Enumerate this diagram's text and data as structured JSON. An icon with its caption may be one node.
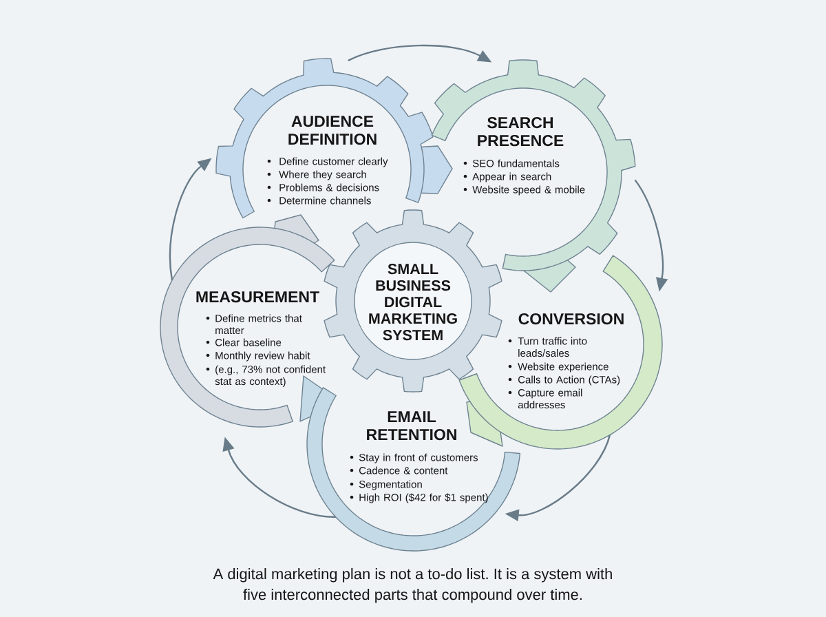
{
  "diagram": {
    "nodes": [
      {
        "text": [
          "AUDIENCE DEFINITION",
          "Define customer clearly",
          "Where they search",
          "Problems & decisions",
          "Determine channels"
        ]
      },
      {
        "text": [
          "SEARCH PRESENCE",
          "SEO fundamentals",
          "Appear in search",
          "Website speed & mobile"
        ]
      },
      {
        "text": [
          "SMALL BUSINESS DIGITAL MARKETING SYSTEM"
        ]
      },
      {
        "text": [
          "MEASUREMENT",
          "Define metrics that matter",
          "Clear baseline",
          "Monthly review habit",
          "(e.g., 73% not confident stat as context)"
        ]
      },
      {
        "text": [
          "CONVERSION",
          "Turn traffic into leads/sales",
          "Website experience",
          "Calls to Action (CTAs)",
          "Capture email addresses"
        ]
      },
      {
        "text": [
          "EMAIL RETENTION",
          "Stay in front of customers",
          "Cadence & content",
          "Segmentation",
          "High ROI ($42 for $1 spent)"
        ]
      }
    ],
    "edges": [
      {
        "from": 0,
        "to": 1,
        "arrow": "to"
      },
      {
        "from": 1,
        "to": 4,
        "arrow": "to"
      },
      {
        "from": 4,
        "to": 5,
        "arrow": "to"
      },
      {
        "from": 5,
        "to": 3,
        "arrow": "to"
      },
      {
        "from": 3,
        "to": 0,
        "arrow": "to"
      }
    ],
    "caption": "A digital marketing plan is not a to-do list. It is a system with five interconnected parts that compound over time."
  }
}
